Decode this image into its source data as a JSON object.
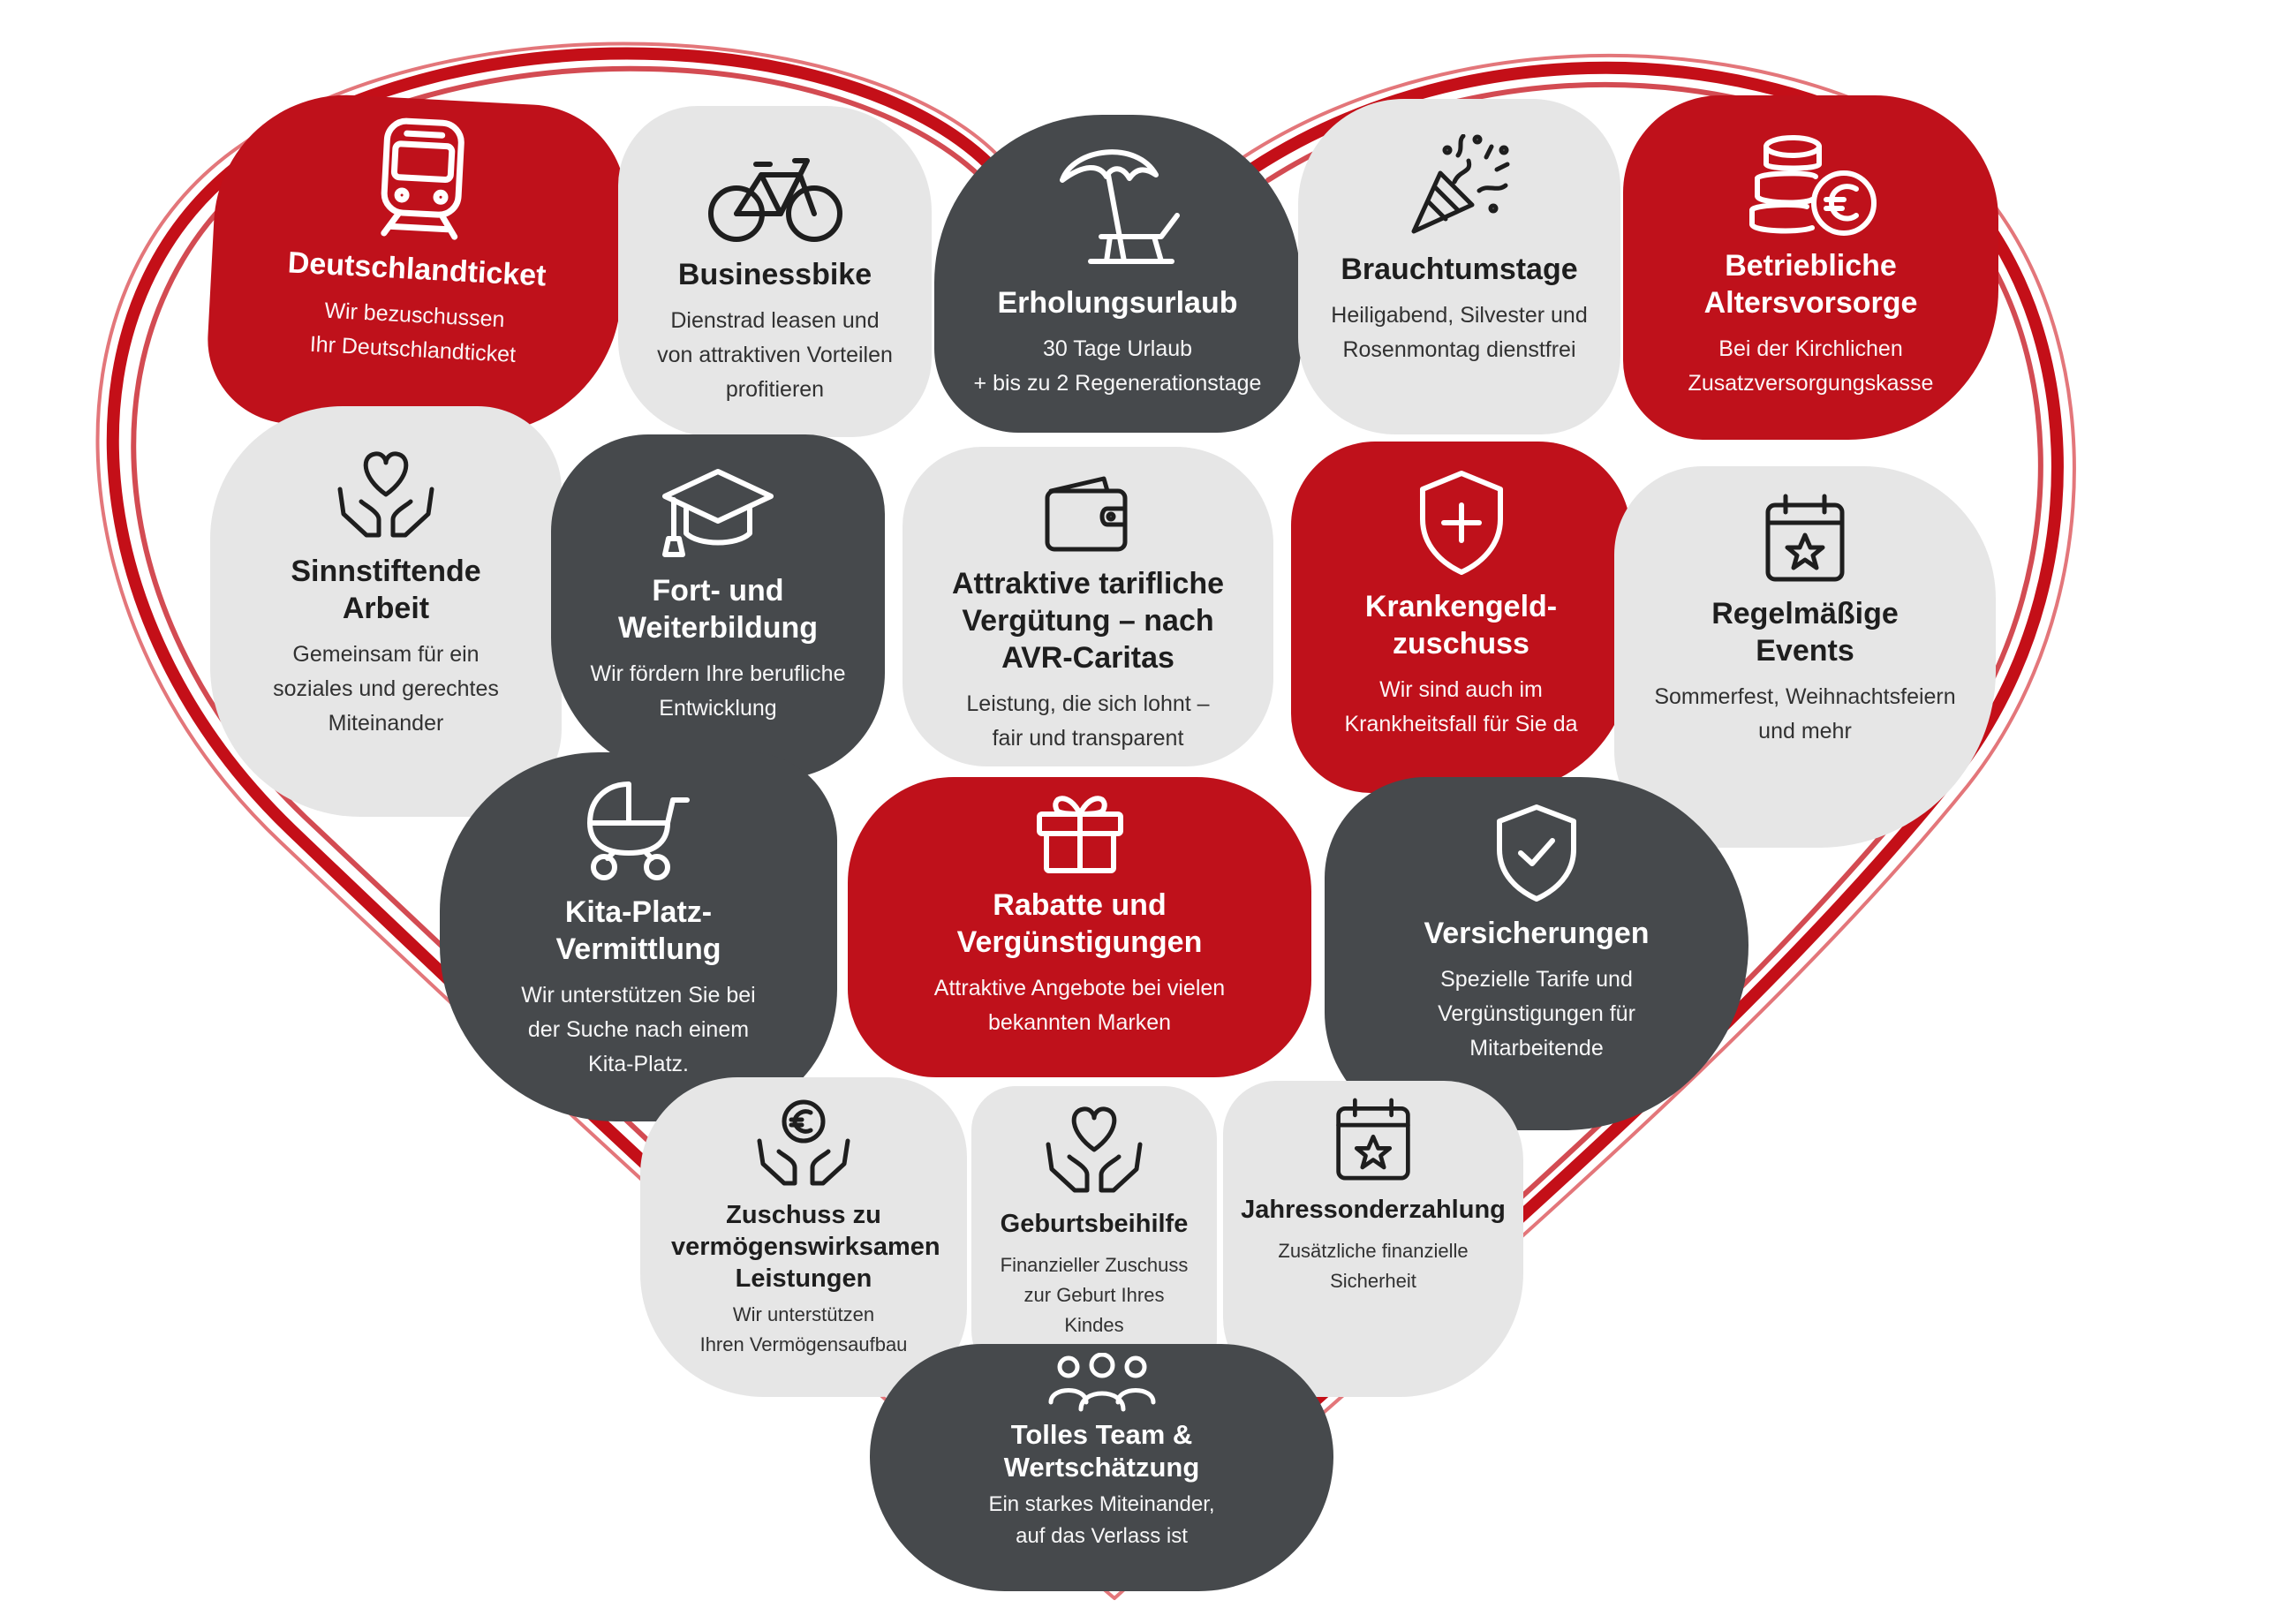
{
  "colors": {
    "red": "#bf111b",
    "dark": "#46494c",
    "light": "#e6e6e6",
    "heart_outline": "#c40f18"
  },
  "tiles": [
    {
      "title": "Deutschlandticket",
      "desc": [
        "Wir bezuschussen",
        "Ihr Deutschlandticket"
      ],
      "icon": "train-icon",
      "style": "red"
    },
    {
      "title": "Businessbike",
      "desc": [
        "Dienstrad leasen und",
        "von attraktiven Vorteilen",
        "profitieren"
      ],
      "icon": "bicycle-icon",
      "style": "light"
    },
    {
      "title": "Erholungsurlaub",
      "desc": [
        "30 Tage Urlaub",
        "+ bis zu 2 Regenerationstage"
      ],
      "icon": "beach-umbrella-icon",
      "style": "dark"
    },
    {
      "title": "Brauchtumstage",
      "desc": [
        "Heiligabend, Silvester und",
        "Rosenmontag dienstfrei"
      ],
      "icon": "party-popper-icon",
      "style": "light"
    },
    {
      "title": "Betriebliche Altersvorsorge",
      "desc": [
        "Bei der Kirchlichen",
        "Zusatzversorgungskasse"
      ],
      "icon": "coins-euro-icon",
      "style": "red"
    },
    {
      "title": "Sinnstiftende Arbeit",
      "desc": [
        "Gemeinsam für ein",
        "soziales und gerechtes",
        "Miteinander"
      ],
      "icon": "heart-hands-icon",
      "style": "light"
    },
    {
      "title": "Fort- und Weiterbildung",
      "desc": [
        "Wir fördern Ihre berufliche",
        "Entwicklung"
      ],
      "icon": "graduation-cap-icon",
      "style": "dark"
    },
    {
      "title": "Attraktive tarifliche Vergütung – nach AVR-Caritas",
      "desc": [
        "Leistung, die sich lohnt –",
        "fair und transparent"
      ],
      "icon": "wallet-icon",
      "style": "light"
    },
    {
      "title": "Krankengeld-zuschuss",
      "desc": [
        "Wir sind auch im",
        "Krankheitsfall für Sie da"
      ],
      "icon": "shield-plus-icon",
      "style": "red"
    },
    {
      "title": "Regelmäßige Events",
      "desc": [
        "Sommerfest, Weihnachtsfeiern",
        "und mehr"
      ],
      "icon": "calendar-star-icon",
      "style": "light"
    },
    {
      "title": "Kita-Platz-Vermittlung",
      "desc": [
        "Wir unterstützen Sie bei",
        "der Suche nach einem",
        "Kita-Platz."
      ],
      "icon": "baby-stroller-icon",
      "style": "dark"
    },
    {
      "title": "Rabatte und Vergünstigungen",
      "desc": [
        "Attraktive Angebote bei vielen",
        "bekannten Marken"
      ],
      "icon": "gift-icon",
      "style": "red"
    },
    {
      "title": "Versicherungen",
      "desc": [
        "Spezielle Tarife und",
        "Vergünstigungen für",
        "Mitarbeitende"
      ],
      "icon": "shield-check-icon",
      "style": "dark"
    },
    {
      "title": "Zuschuss zu vermögenswirksamen Leistungen",
      "desc": [
        "Wir unterstützen",
        "Ihren Vermögensaufbau"
      ],
      "icon": "euro-hands-icon",
      "style": "light"
    },
    {
      "title": "Geburtsbeihilfe",
      "desc": [
        "Finanzieller Zuschuss",
        "zur Geburt Ihres",
        "Kindes"
      ],
      "icon": "heart-hands-icon",
      "style": "light"
    },
    {
      "title": "Jahressonderzahlung",
      "desc": [
        "Zusätzliche finanzielle",
        "Sicherheit"
      ],
      "icon": "calendar-star-icon",
      "style": "light"
    },
    {
      "title": "Tolles Team & Wertschätzung",
      "desc": [
        "Ein starkes Miteinander,",
        "auf das Verlass ist"
      ],
      "icon": "team-icon",
      "style": "dark"
    }
  ]
}
